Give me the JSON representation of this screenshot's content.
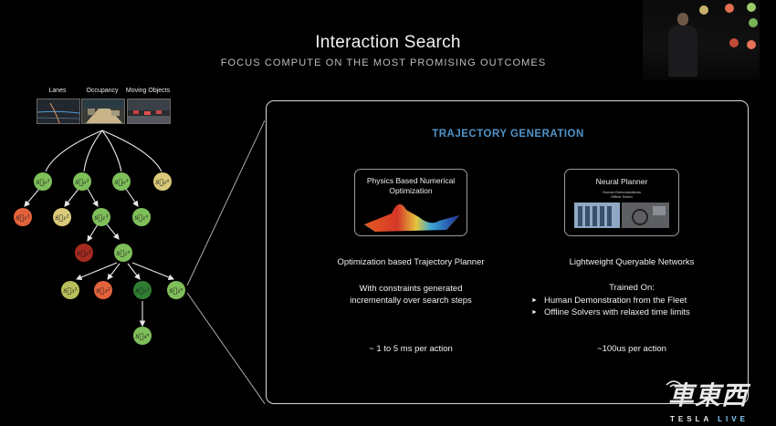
{
  "slide": {
    "title": "Interaction Search",
    "subtitle": "FOCUS COMPUTE ON THE MOST PROMISING OUTCOMES"
  },
  "inputs": {
    "lanes_label": "Lanes",
    "occupancy_label": "Occupancy",
    "moving_label": "Moving Objects"
  },
  "tree": {
    "level1": [
      "s⃗₀¹",
      "s⃗₀²",
      "s⃗₀³",
      "s⃗₀ⁿ"
    ],
    "level2": [
      "s⃗₁¹",
      "s⃗₁²",
      "s⃗₁³",
      "s⃗₁ⁿ"
    ],
    "level3": [
      "s⃗₂¹",
      "s⃗₂ⁿ"
    ],
    "level4": [
      "s⃗₃¹",
      "s⃗₃²",
      "s⃗₃³",
      "s⃗₃ⁿ"
    ],
    "level5": [
      "s⃗₄ⁿ"
    ]
  },
  "panel": {
    "title": "TRAJECTORY GENERATION",
    "physics_card_title": "Physics Based Numerical Optimization",
    "neural_card_title": "Neural Planner",
    "neural_card_line1": "Human Demonstrations",
    "neural_card_line2": "Offline Solver",
    "left_heading": "Optimization based Trajectory Planner",
    "left_desc_line1": "With constraints generated",
    "left_desc_line2": "incrementally over search steps",
    "left_timing": "~ 1 to 5 ms per action",
    "right_heading": "Lightweight Queryable Networks",
    "right_trained": "Trained On:",
    "right_bullet1": "Human Demonstration from the Fleet",
    "right_bullet2": "Offline Solvers with relaxed time limits",
    "right_timing": "~100us per action"
  },
  "watermark": {
    "cn": "車東西",
    "en_main": "TESLA",
    "en_accent": "LIVE"
  },
  "colors": {
    "accent_blue": "#4f93c8",
    "node_green": "#7fbf5a",
    "node_dark_green": "#2f7d32",
    "node_yellow": "#d9c979",
    "node_orange": "#e3623b",
    "node_dark_red": "#a52a1f"
  }
}
